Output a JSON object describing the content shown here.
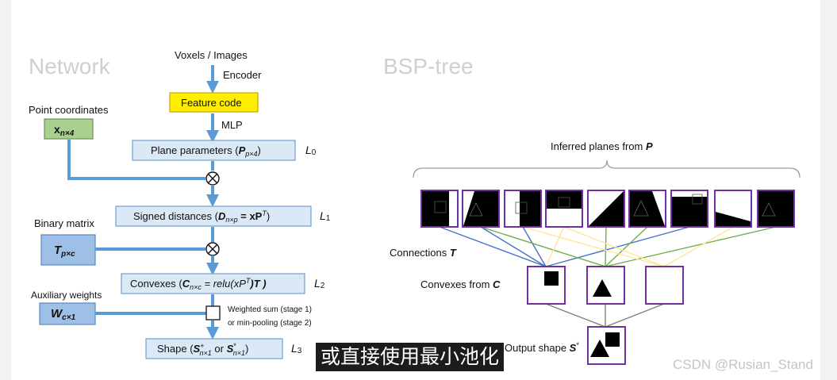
{
  "left_title": "Network",
  "right_title": "BSP-tree",
  "network": {
    "voxels": "Voxels / Images",
    "encoder": "Encoder",
    "feature_code": "Feature code",
    "mlp": "MLP",
    "point_coordinates": "Point coordinates",
    "x_symbol": "x",
    "x_sub": "n×4",
    "plane_params": {
      "text": "Plane parameters (",
      "sym": "P",
      "sub": "p×4",
      "close": ")"
    },
    "l0": {
      "L": "L",
      "n": "0"
    },
    "binary_matrix": "Binary matrix",
    "t_symbol": "T",
    "t_sub": "p×c",
    "signed_distances": {
      "text": "Signed distances (",
      "sym": "D",
      "sub": "n×p",
      "eq": " = xP",
      "sup": "T",
      "close": ")"
    },
    "l1": {
      "L": "L",
      "n": "1"
    },
    "auxiliary_weights": "Auxiliary weights",
    "w_symbol": "W",
    "w_sub": "c×1",
    "convexes": {
      "text": "Convexes (",
      "sym": "C",
      "sub": "n×c",
      "eq": " = relu(xP",
      "sup": "T",
      "eq2": ")T )"
    },
    "l2": {
      "L": "L",
      "n": "2"
    },
    "weighted_sum": "Weighted sum (stage 1)",
    "min_pooling": "or min-pooling (stage 2)",
    "shape": {
      "text": "Shape (",
      "s1": "S",
      "sup1": "+",
      "sub1": "n×1",
      "or": " or ",
      "s2": "S",
      "sup2": "*",
      "sub2": "n×1",
      "close": ")"
    },
    "l3": {
      "L": "L",
      "n": "3"
    }
  },
  "tree": {
    "inferred_planes": "Inferred planes from ",
    "inferred_sym": "P",
    "connections": "Connections ",
    "connections_sym": "T",
    "convexes_from": "Convexes from ",
    "convexes_sym": "C",
    "output_shape": "Output shape ",
    "output_sym": "S",
    "output_sup": "*"
  },
  "colors": {
    "flow": "#5b9bd5",
    "plane_border": "#7030a0",
    "feature_code": "#ffee00",
    "point_box": "#a9d08e",
    "matrix_box": "#9fc0e6",
    "connection_blue": "#4472c4",
    "connection_green": "#70ad47",
    "connection_yellow": "#ffe699",
    "connection_gray": "#808080"
  },
  "caption": "或直接使用最小池化",
  "watermark": "CSDN @Rusian_Stand"
}
